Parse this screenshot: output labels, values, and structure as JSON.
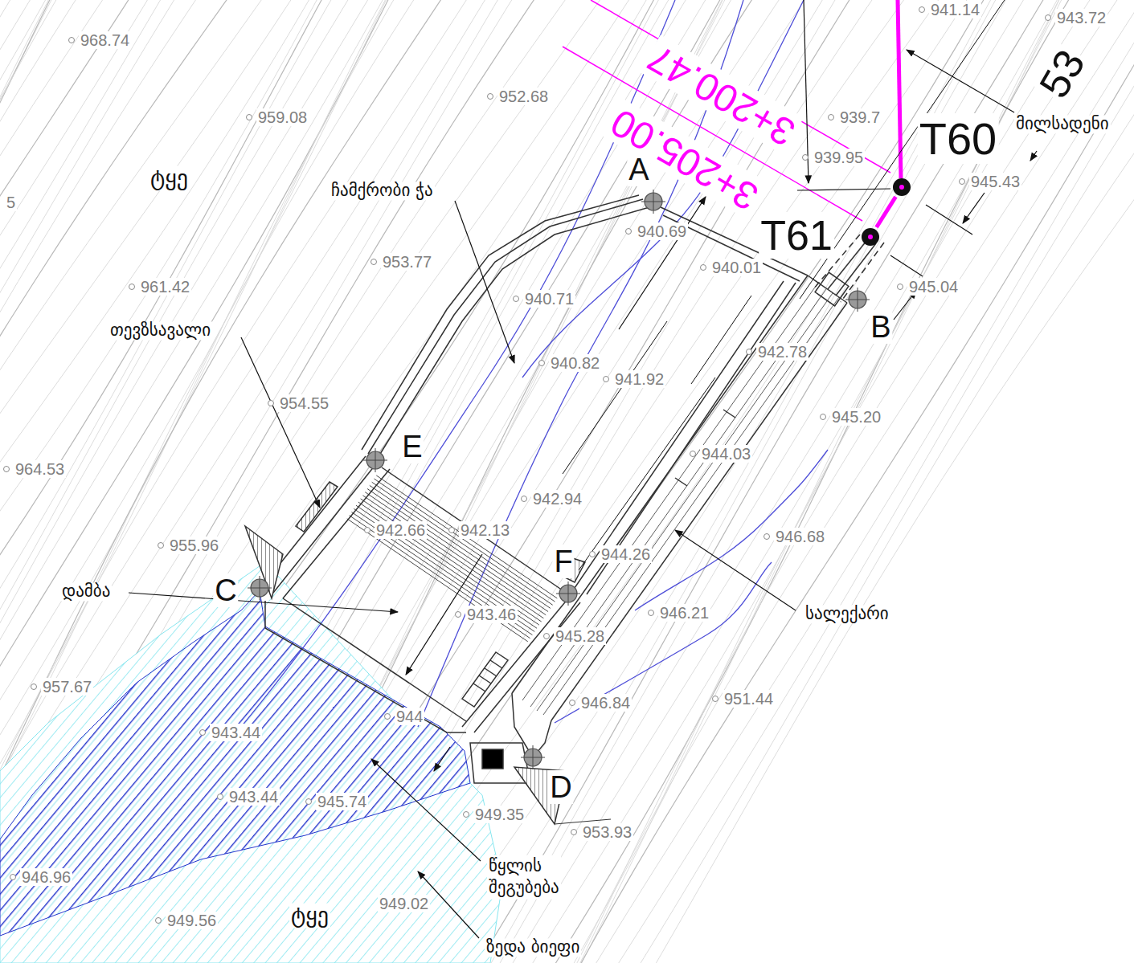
{
  "diagram": {
    "nodes": [
      {
        "text": [
          "T60"
        ]
      },
      {
        "text": [
          "A"
        ]
      },
      {
        "text": [
          "T61"
        ]
      },
      {
        "text": [
          "B"
        ]
      },
      {
        "text": [
          "E"
        ]
      },
      {
        "text": [
          "C"
        ]
      },
      {
        "text": [
          "F"
        ]
      },
      {
        "text": [
          "D"
        ]
      }
    ],
    "edges": [
      {
        "from": 0,
        "to": 2,
        "arrow": "none"
      }
    ],
    "labels": [
      "941.14",
      "943.72",
      "968.74",
      "952.68",
      "959.08",
      "939.7",
      "939.95",
      "945.43",
      "940.69",
      "953.77",
      "940.01",
      "961.42",
      "945.04",
      "940.71",
      "942.78",
      "940.82",
      "941.92",
      "954.55",
      "945.20",
      "944.03",
      "964.53",
      "942.94",
      "946.68",
      "955.96",
      "942.66",
      "942.13",
      "944.26",
      "943.46",
      "945.28",
      "946.21",
      "957.67",
      "946.84",
      "951.44",
      "943.44",
      "944",
      "943.44",
      "945.74",
      "949.35",
      "953.93",
      "946.96",
      "949.56",
      "949.02",
      "5",
      "ტყე",
      "ჩამქრობი ჭა",
      "თევზსავალი",
      "დამბა",
      "სალექარი",
      "წყლის შეგუბება",
      "ზედა ბიეფი",
      "ტყე",
      "მილსადენი",
      "3+205.00",
      "3+200.47",
      "53"
    ]
  }
}
